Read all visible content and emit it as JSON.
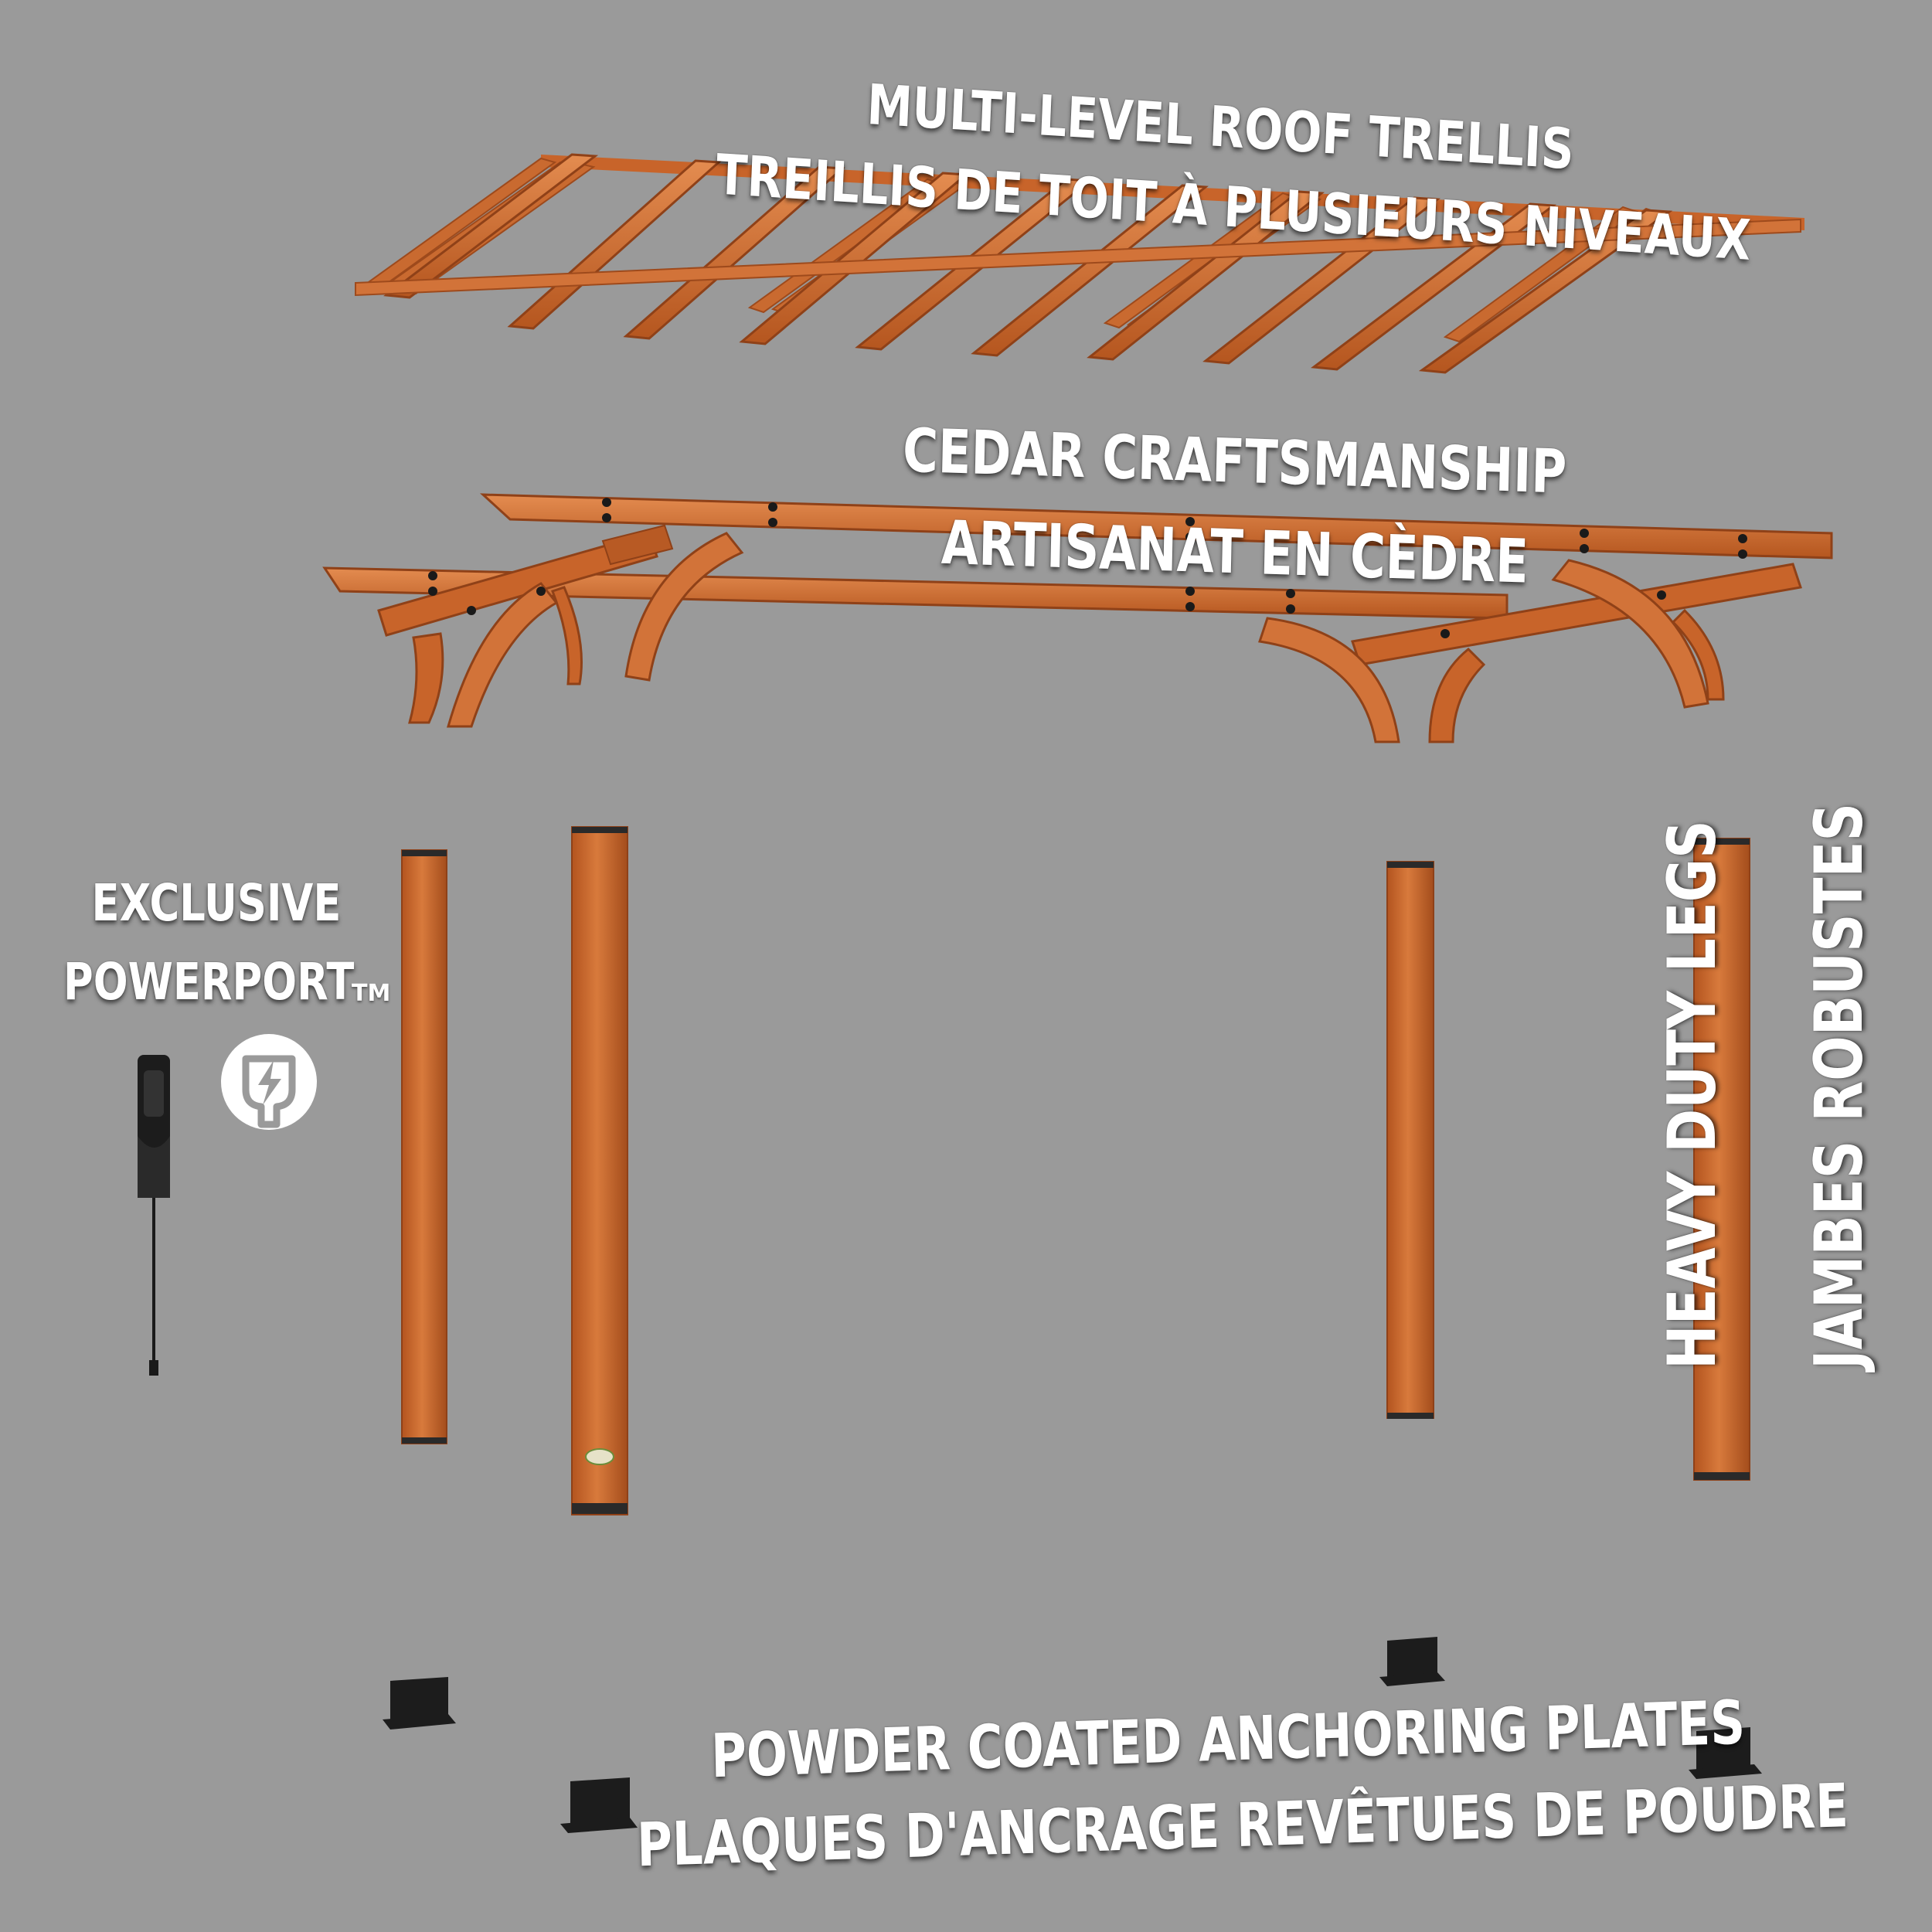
{
  "labels": {
    "roof_trellis_en": "MULTI-LEVEL ROOF TRELLIS",
    "roof_trellis_fr": "TREILLIS DE TOIT À PLUSIEURS NIVEAUX",
    "cedar_en": "CEDAR CRAFTSMANSHIP",
    "cedar_fr": "ARTISANAT EN CÈDRE",
    "powerport_line1": "EXCLUSIVE",
    "powerport_line2": "POWERPORT",
    "powerport_tm": "TM",
    "legs_en": "HEAVY DUTY LEGS",
    "legs_fr": "JAMBES ROBUSTES",
    "plates_en": "POWDER COATED ANCHORING PLATES",
    "plates_fr": "PLAQUES D'ANCRAGE REVÊTUES DE POUDRE"
  },
  "icons": {
    "power": "plug-lightning-icon"
  },
  "colors": {
    "background": "#9a9a9a",
    "cedar": "#c8642a",
    "cedar_dark": "#9e4a1c",
    "cedar_light": "#e08a4e",
    "metal": "#1c1c1c",
    "text": "#ffffff"
  }
}
